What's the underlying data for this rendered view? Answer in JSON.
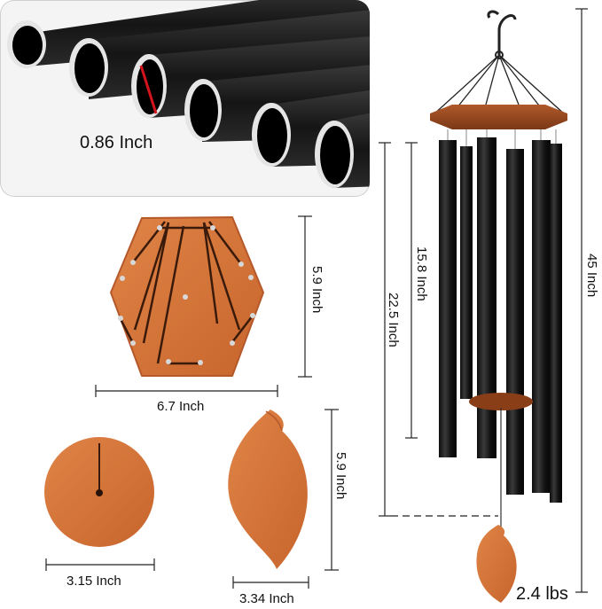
{
  "labels": {
    "tube_diameter": "0.86 Inch",
    "hex_height": "5.9 Inch",
    "hex_width": "6.7 Inch",
    "disc_width": "3.15 Inch",
    "leaf_height": "5.9 Inch",
    "leaf_width": "3.34 Inch",
    "long_tube": "22.5 Inch",
    "short_tube": "15.8 Inch",
    "total_height": "45 Inch",
    "weight": "2.4 lbs"
  },
  "colors": {
    "wood": "#d5743a",
    "wood_dark": "#a8522a",
    "tube": "#1b1b1b",
    "tube_rim": "#d9d9d9",
    "accent": "#c4111a"
  }
}
